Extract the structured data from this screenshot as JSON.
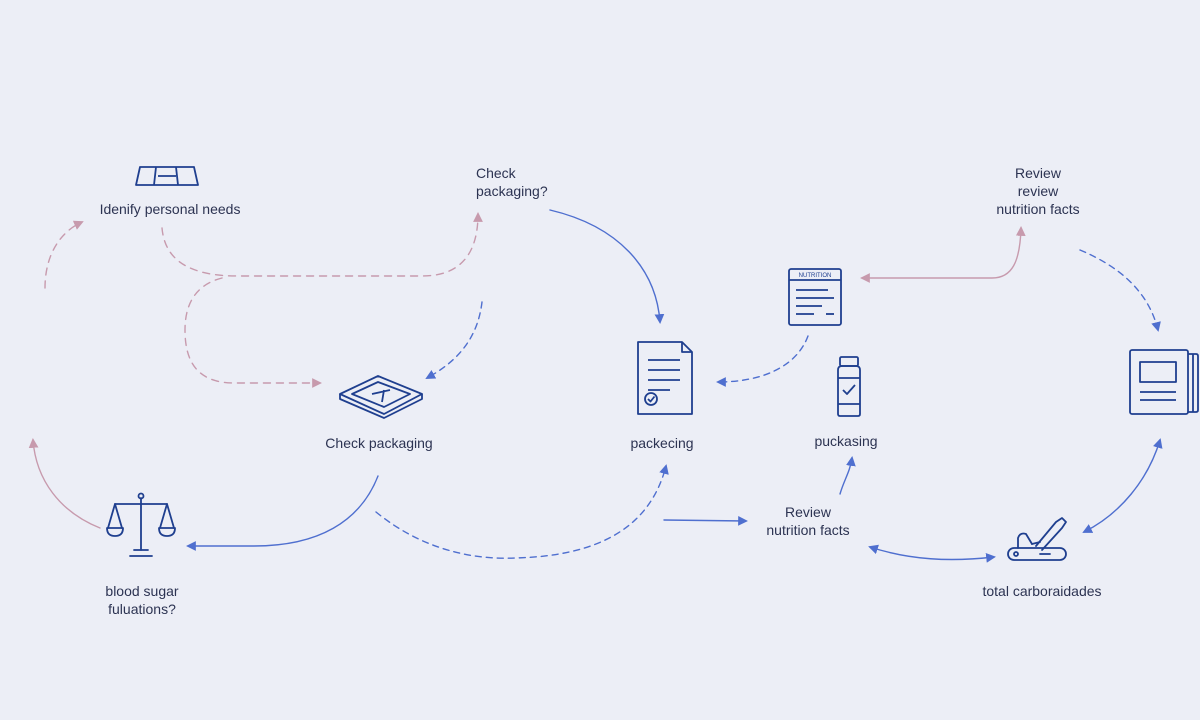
{
  "colors": {
    "background": "#eceef6",
    "blue_line": "#4f6fcf",
    "pink_line": "#c79aad",
    "icon_stroke": "#1f3f8f",
    "text": "#2c3352"
  },
  "nodes": {
    "identify": {
      "icon": "ruler-icon",
      "text": "Idenify personal needs"
    },
    "check_top": {
      "lines": [
        "Check",
        "packaging?"
      ]
    },
    "review_top": {
      "lines": [
        "Review",
        "review",
        "nutrition facts"
      ]
    },
    "check_packaging": {
      "icon": "package-icon",
      "text": "Check packaging"
    },
    "packecing": {
      "icon": "document-check-icon",
      "text": "packecing"
    },
    "label_icon": {
      "icon": "nutrition-label-icon",
      "text": "NUTRITION"
    },
    "pucksing": {
      "icon": "pill-bottle-icon",
      "text": "puckasing"
    },
    "book": {
      "icon": "book-icon"
    },
    "blood_sugar": {
      "icon": "scale-icon",
      "lines": [
        "blood sugar",
        "fuluations?"
      ]
    },
    "review_mid": {
      "lines": [
        "Review",
        "nutrition facts"
      ]
    },
    "total_carbs": {
      "icon": "tools-icon",
      "text": "total carboraidades"
    }
  }
}
